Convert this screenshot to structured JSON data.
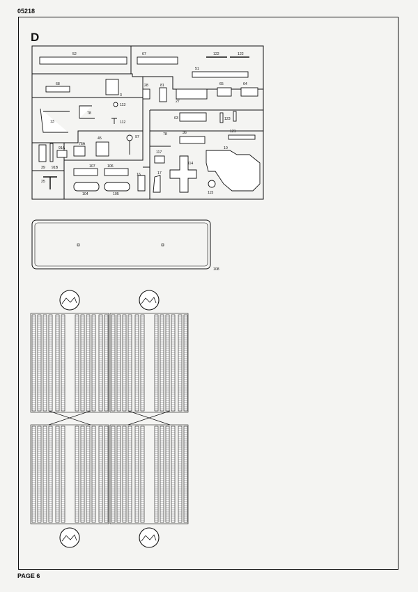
{
  "page": {
    "code": "05218",
    "footer": "PAGE 6",
    "section": "D",
    "sprue_labels": [
      "52",
      "67",
      "122",
      "122",
      "51",
      "68",
      "3",
      "28",
      "81",
      "27",
      "65",
      "64",
      "78",
      "113",
      "13",
      "112",
      "63",
      "123",
      "76A",
      "45",
      "97",
      "78",
      "36",
      "121",
      "91A",
      "10",
      "117",
      "114",
      "39",
      "91B",
      "107",
      "106",
      "25",
      "104",
      "105",
      "16",
      "17",
      "115"
    ],
    "plate_label": "108"
  },
  "colors": {
    "ink": "#111111",
    "paper": "#f4f4f2"
  }
}
